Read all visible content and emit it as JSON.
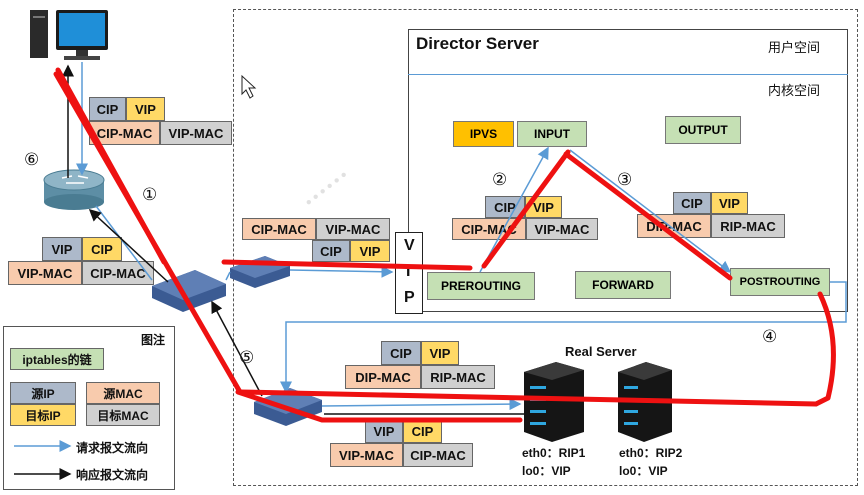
{
  "director": {
    "title": "Director Server",
    "user_space": "用户空间",
    "kernel_space": "内核空间",
    "ipvs": "IPVS",
    "input": "INPUT",
    "output": "OUTPUT",
    "prerouting": "PREROUTING",
    "forward": "FORWARD",
    "postrouting": "POSTROUTING",
    "vip_letters": [
      "V",
      "I",
      "P"
    ]
  },
  "real_server": {
    "title": "Real Server",
    "rs1_eth": "eth0：RIP1",
    "rs1_lo": "lo0：VIP",
    "rs2_eth": "eth0：RIP2",
    "rs2_lo": "lo0：VIP"
  },
  "packets": {
    "p1": {
      "src_ip": "CIP",
      "dst_ip": "VIP",
      "src_mac": "CIP-MAC",
      "dst_mac": "VIP-MAC"
    },
    "p2": {
      "src_mac": "CIP-MAC",
      "dst_mac": "VIP-MAC",
      "src_ip": "CIP",
      "dst_ip": "VIP"
    },
    "p3": {
      "src_ip": "CIP",
      "dst_ip": "VIP",
      "src_mac": "CIP-MAC",
      "dst_mac": "VIP-MAC"
    },
    "p4": {
      "src_ip": "CIP",
      "dst_ip": "VIP",
      "src_mac": "DIP-MAC",
      "dst_mac": "RIP-MAC"
    },
    "p5": {
      "src_ip": "CIP",
      "dst_ip": "VIP",
      "src_mac": "DIP-MAC",
      "dst_mac": "RIP-MAC"
    },
    "p6": {
      "src_ip": "VIP",
      "dst_ip": "CIP",
      "src_mac": "VIP-MAC",
      "dst_mac": "CIP-MAC"
    },
    "p7": {
      "src_ip": "VIP",
      "dst_ip": "CIP",
      "src_mac": "VIP-MAC",
      "dst_mac": "CIP-MAC"
    }
  },
  "steps": [
    "①",
    "②",
    "③",
    "④",
    "⑤",
    "⑥"
  ],
  "legend": {
    "title": "图注",
    "chain": "iptables的链",
    "src_ip": "源IP",
    "src_mac": "源MAC",
    "dst_ip": "目标IP",
    "dst_mac": "目标MAC",
    "request": "请求报文流向",
    "response": "响应报文流向"
  },
  "colors": {
    "chain_green": "#c5e0b4",
    "ip_blue": "#adb9ca",
    "dst_yellow": "#ffd966",
    "mac_peach": "#f8cbad",
    "mac_gray": "#d0d0d0",
    "ipvs_orange": "#ffc000",
    "annotation_red": "#ee1111",
    "request_line": "#5b9bd5"
  }
}
